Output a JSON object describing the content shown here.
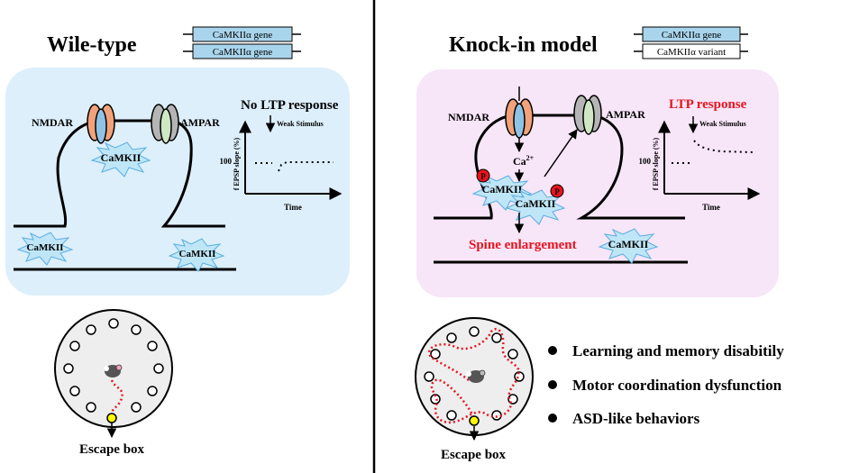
{
  "left": {
    "title": "Wile-type",
    "genes": [
      "CaMKIIα gene",
      "CaMKIIα gene"
    ],
    "nmdar_label": "NMDAR",
    "ampar_label": "AMPAR",
    "camkii_labels": [
      "CaMKII",
      "CaMKII",
      "CaMKII"
    ],
    "ltp": {
      "title": "No LTP response",
      "stimulus": "Weak Stimulus",
      "ylabel": "f EPSP slope (%)",
      "y_tick": "100",
      "xlabel": "Time"
    },
    "maze": {
      "escape_label": "Escape box"
    }
  },
  "right": {
    "title": "Knock-in model",
    "genes": [
      "CaMKIIα gene",
      "CaMKIIα variant"
    ],
    "nmdar_label": "NMDAR",
    "ampar_label": "AMPAR",
    "ca_label": "Ca",
    "ca_charge": "2+",
    "camkii_labels": [
      "CaMKII",
      "CaMKII",
      "CaMKII"
    ],
    "phospho_label": "P",
    "spine_label": "Spine enlargement",
    "ltp": {
      "title": "LTP response",
      "stimulus": "Weak Stimulus",
      "ylabel": "f EPSP slope (%)",
      "y_tick": "100",
      "xlabel": "Time"
    },
    "maze": {
      "escape_label": "Escape box"
    },
    "phenotypes": [
      "Learning and memory disabitily",
      "Motor coordination dysfunction",
      "ASD-like behaviors"
    ]
  },
  "colors": {
    "wt_panel": "#ddeffb",
    "ki_panel": "#f7e5f8",
    "gene_box": "#a9d5ec",
    "nmdar_orange": "#f2a27a",
    "nmdar_blue": "#8fc3e6",
    "ampar_gray": "#b5b5b5",
    "ampar_green": "#cfe8c3",
    "camkii_star": "#bfe6f7",
    "red": "#e8141e",
    "maze_fill": "#eeeeee",
    "escape_yellow": "#ffff00"
  }
}
